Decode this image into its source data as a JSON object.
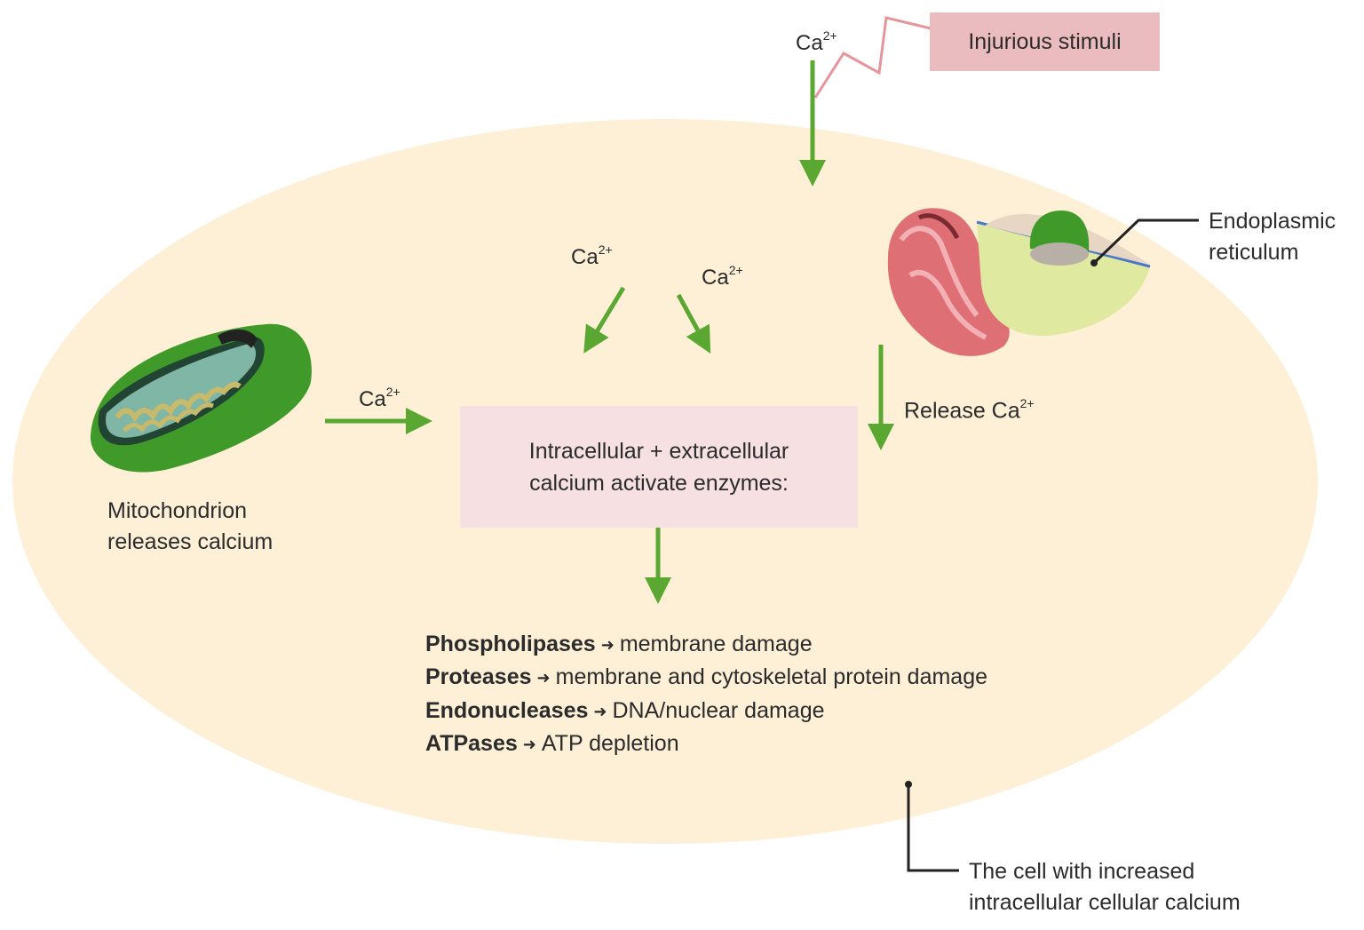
{
  "ion": {
    "base": "Ca",
    "charge": "2+"
  },
  "stimulus": {
    "label": "Injurious stimuli"
  },
  "mitochondrion": {
    "line1": "Mitochondrion",
    "line2": "releases calcium"
  },
  "er": {
    "line1": "Endoplasmic",
    "line2": "reticulum",
    "release_prefix": "Release Ca"
  },
  "center": {
    "line1": "Intracellular + extracellular",
    "line2": "calcium activate enzymes:"
  },
  "arrow_glyph": "➜",
  "enzymes": [
    {
      "name": "Phospholipases",
      "effect": "membrane damage"
    },
    {
      "name": "Proteases",
      "effect": "membrane and cytoskeletal protein damage"
    },
    {
      "name": "Endonucleases",
      "effect": "DNA/nuclear damage"
    },
    {
      "name": "ATPases",
      "effect": "ATP depletion"
    }
  ],
  "cell": {
    "line1": "The cell with increased",
    "line2": "intracellular cellular calcium"
  },
  "colors": {
    "cell_fill": "#fdf0d7",
    "arrow": "#5aa832",
    "stimulus_box": "#ebbcbf",
    "center_box": "#f6e0e1",
    "lightning": "#e5959b",
    "mitochondrion_outer": "#3f9a2a",
    "er_membrane": "#d9606a"
  }
}
